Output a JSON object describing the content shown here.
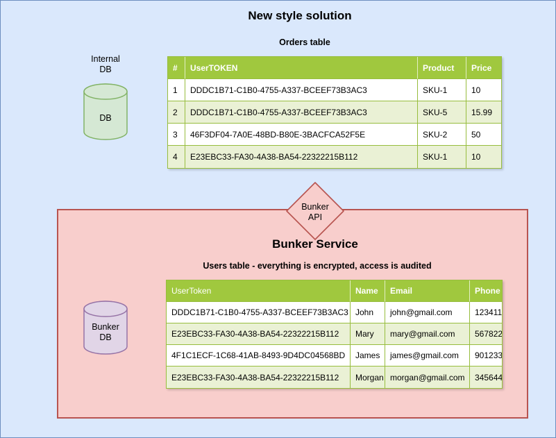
{
  "page": {
    "title": "New style solution"
  },
  "colors": {
    "canvas_bg": "#dae8fc",
    "canvas_border": "#6c8ebf",
    "table_header_green": "#a0c83e",
    "table_alt_row_green": "#eaf1d5",
    "table_grid_green": "#97bd3d",
    "db_green_fill": "#d5e8d4",
    "db_green_stroke": "#82b366",
    "bunker_pink_fill": "#f8cecc",
    "bunker_red_stroke": "#b85450",
    "db_purple_fill": "#e1d5e7",
    "db_purple_stroke": "#9673a6"
  },
  "internal_db": {
    "caption_line1": "Internal",
    "caption_line2": "DB",
    "body_label": "DB"
  },
  "orders_table": {
    "title": "Orders table",
    "headers": [
      "#",
      "UserTOKEN",
      "Product",
      "Price"
    ],
    "rows": [
      [
        "1",
        "DDDC1B71-C1B0-4755-A337-BCEEF73B3AC3",
        "SKU-1",
        "10"
      ],
      [
        "2",
        "DDDC1B71-C1B0-4755-A337-BCEEF73B3AC3",
        "SKU-5",
        "15.99"
      ],
      [
        "3",
        "46F3DF04-7A0E-48BD-B80E-3BACFCA52F5E",
        "SKU-2",
        "50"
      ],
      [
        "4",
        "E23EBC33-FA30-4A38-BA54-22322215B112",
        "SKU-1",
        "10"
      ]
    ]
  },
  "bunker_api": {
    "label_line1": "Bunker",
    "label_line2": "API"
  },
  "bunker_service": {
    "title": "Bunker Service",
    "subtitle": "Users table - everything is encrypted, access is audited"
  },
  "users_table": {
    "headers": [
      "UserToken",
      "Name",
      "Email",
      "Phone"
    ],
    "rows": [
      [
        "DDDC1B71-C1B0-4755-A337-BCEEF73B3AC3",
        "John",
        "john@gmail.com",
        "123411"
      ],
      [
        "E23EBC33-FA30-4A38-BA54-22322215B112",
        "Mary",
        "mary@gmail.com",
        "567822"
      ],
      [
        "4F1C1ECF-1C68-41AB-8493-9D4DC04568BD",
        "James",
        "james@gmail.com",
        "901233"
      ],
      [
        "E23EBC33-FA30-4A38-BA54-22322215B112",
        "Morgan",
        "morgan@gmail.com",
        "345644"
      ]
    ]
  },
  "bunker_db": {
    "caption_line1": "Bunker",
    "caption_line2": "DB"
  }
}
